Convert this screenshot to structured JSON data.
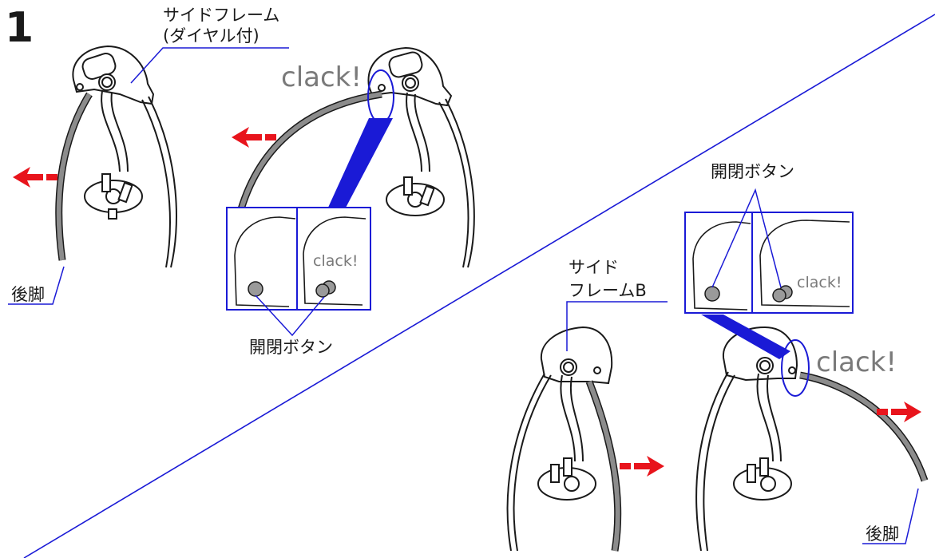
{
  "step_number": "1",
  "labels": {
    "side_frame_dial_line1": "サイドフレーム",
    "side_frame_dial_line2": "(ダイヤル付)",
    "rear_leg_left": "後脚",
    "rear_leg_right": "後脚",
    "open_close_button_bottom": "開閉ボタン",
    "open_close_button_top": "開閉ボタン",
    "side_frame_b_line1": "サイド",
    "side_frame_b_line2": "フレームB"
  },
  "sounds": {
    "clack_large_left": "clack!",
    "clack_small_left": "clack!",
    "clack_small_right": "clack!",
    "clack_large_right": "clack!"
  },
  "colors": {
    "callout_blue": "#1a1ad6",
    "arrow_red": "#e8141c",
    "leg_gray": "#8c8c8c",
    "outline": "#1a1a1a"
  }
}
